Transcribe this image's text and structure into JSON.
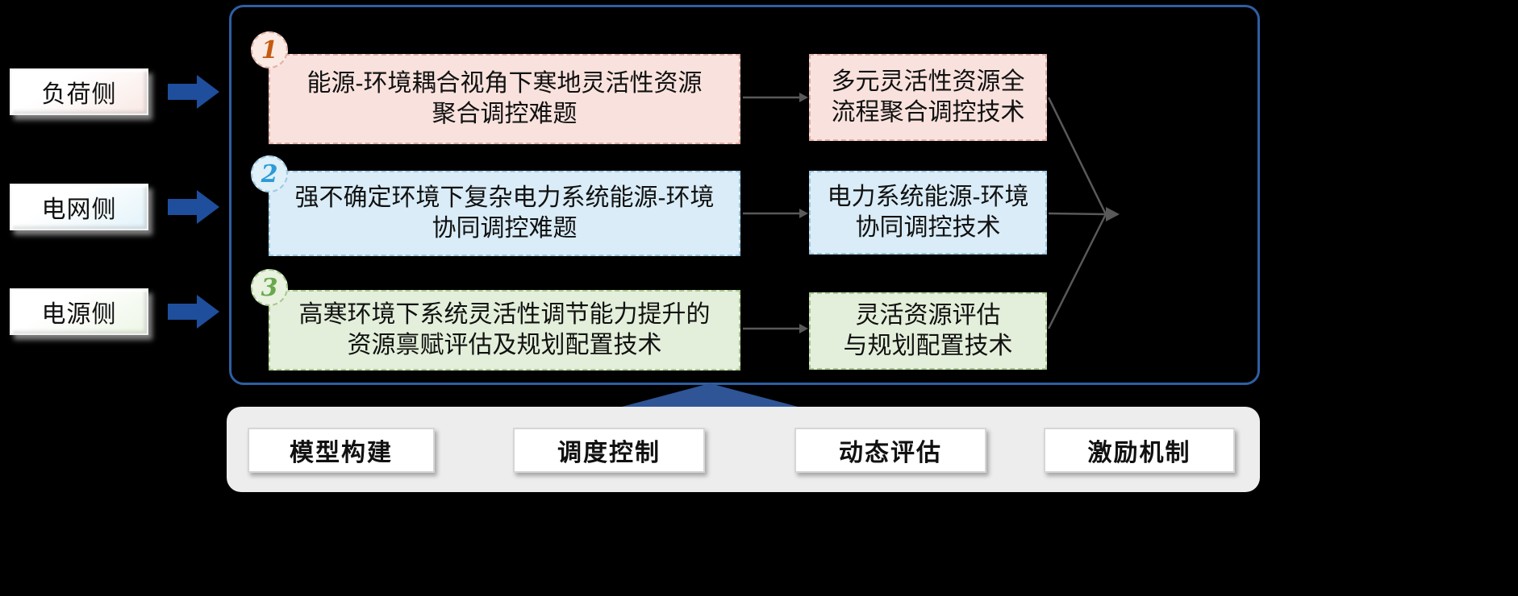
{
  "left_panel": {
    "items": [
      {
        "id": "load-side",
        "label": "负荷侧"
      },
      {
        "id": "grid-side",
        "label": "电网侧"
      },
      {
        "id": "source-side",
        "label": "电源侧"
      }
    ]
  },
  "main_panel": {
    "rows": [
      {
        "number": "1",
        "theme_color": "#f9e2dd",
        "number_color": "#c55a11",
        "problem": [
          "能源-环境耦合视角下寒地灵活性资源",
          "聚合调控难题"
        ],
        "technology": [
          "多元灵活性资源全",
          "流程聚合调控技术"
        ]
      },
      {
        "number": "2",
        "theme_color": "#d9ecf7",
        "number_color": "#2e9bd6",
        "problem": [
          "强不确定环境下复杂电力系统能源-环境",
          "协同调控难题"
        ],
        "technology": [
          "电力系统能源-环境",
          "协同调控技术"
        ]
      },
      {
        "number": "3",
        "theme_color": "#e3efda",
        "number_color": "#6aa84f",
        "problem": [
          "高寒环境下系统灵活性调节能力提升的",
          "资源禀赋评估及规划配置技术"
        ],
        "technology": [
          "灵活资源评估",
          "与规划配置技术"
        ]
      }
    ]
  },
  "bottom_bar": {
    "items": [
      {
        "label": "模型构建"
      },
      {
        "label": "调度控制"
      },
      {
        "label": "动态评估"
      },
      {
        "label": "激励机制"
      }
    ]
  },
  "colors": {
    "background": "#000000",
    "panel_border": "#2e5fa3",
    "flow_arrow_blue": "#1f4e9c",
    "triangle_blue": "#2f5597",
    "connector_gray": "#595959",
    "bottom_bar_fill": "#ededed"
  }
}
